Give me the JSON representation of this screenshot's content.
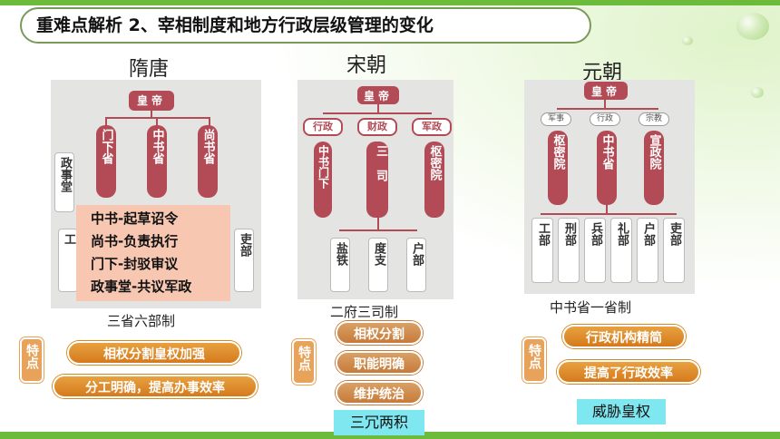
{
  "title": "重难点解析  2、宰相制度和地方行政层级管理的变化",
  "sui_tang": {
    "heading": "隋唐",
    "emperor": "皇帝",
    "provinces": [
      "门下省",
      "中书省",
      "尚书省"
    ],
    "council": "政事堂",
    "depts_visible": [
      "工",
      "吏部"
    ],
    "notes": [
      "中书-起草诏令",
      "尚书-负责执行",
      "门下-封驳审议",
      "政事堂-共议军政"
    ],
    "caption": "三省六部制",
    "feature_label": "特点",
    "features": [
      "相权分割皇权加强",
      "分工明确，提高办事效率"
    ]
  },
  "song": {
    "heading": "宋朝",
    "emperor": "皇帝",
    "categories": [
      "行政",
      "财政",
      "军政"
    ],
    "offices": [
      "中书门下",
      "三司",
      "枢密院"
    ],
    "depts": [
      "盐铁",
      "度支",
      "户部"
    ],
    "caption": "二府三司制",
    "feature_label": "特点",
    "features": [
      "相权分割",
      "职能明确",
      "维护统治"
    ],
    "extra": "三冗两积"
  },
  "yuan": {
    "heading": "元朝",
    "emperor": "皇帝",
    "categories": [
      "军事",
      "行政",
      "宗教"
    ],
    "offices": [
      "枢密院",
      "中书省",
      "宣政院"
    ],
    "depts": [
      "工部",
      "刑部",
      "兵部",
      "礼部",
      "户部",
      "吏部"
    ],
    "caption": "中书省一省制",
    "feature_label": "特点",
    "features": [
      "行政机构精简",
      "提高了行政效率"
    ],
    "extra": "威胁皇权"
  }
}
